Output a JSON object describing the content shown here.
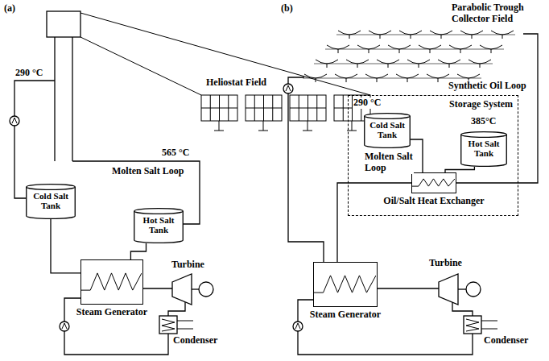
{
  "diagram": {
    "nodes": [
      {
        "text": [
          "Cold Salt Tank"
        ]
      },
      {
        "text": [
          "Hot Salt Tank"
        ]
      },
      {
        "text": [
          "Steam Generator"
        ]
      },
      {
        "text": [
          "Storage System"
        ]
      },
      {
        "text": [
          "Cold Salt Tank"
        ],
        "in": 3
      },
      {
        "text": [
          "Hot Salt Tank"
        ],
        "in": 3
      },
      {
        "text": [
          "Oil/Salt Heat Exchanger"
        ],
        "in": 3
      },
      {
        "text": [
          "Steam Generator"
        ]
      }
    ],
    "edges": [
      {
        "from": 1,
        "to": 2,
        "arrow": "none"
      },
      {
        "from": 2,
        "to": 0,
        "arrow": "none"
      },
      {
        "from": 4,
        "to": 6,
        "arrow": "none"
      },
      {
        "from": 6,
        "to": 5,
        "arrow": "none"
      },
      {
        "from": 6,
        "to": 7,
        "arrow": "none"
      }
    ],
    "labels": [
      "(a)",
      "Heliostat Field",
      "290 °C",
      "565 °C",
      "Molten Salt Loop",
      "Turbine",
      "Condenser",
      "(b)",
      "Parabolic Trough Collector Field",
      "Synthetic Oil Loop",
      "290 °C",
      "Molten Salt Loop",
      "385°C",
      "Turbine",
      "Condenser"
    ]
  }
}
